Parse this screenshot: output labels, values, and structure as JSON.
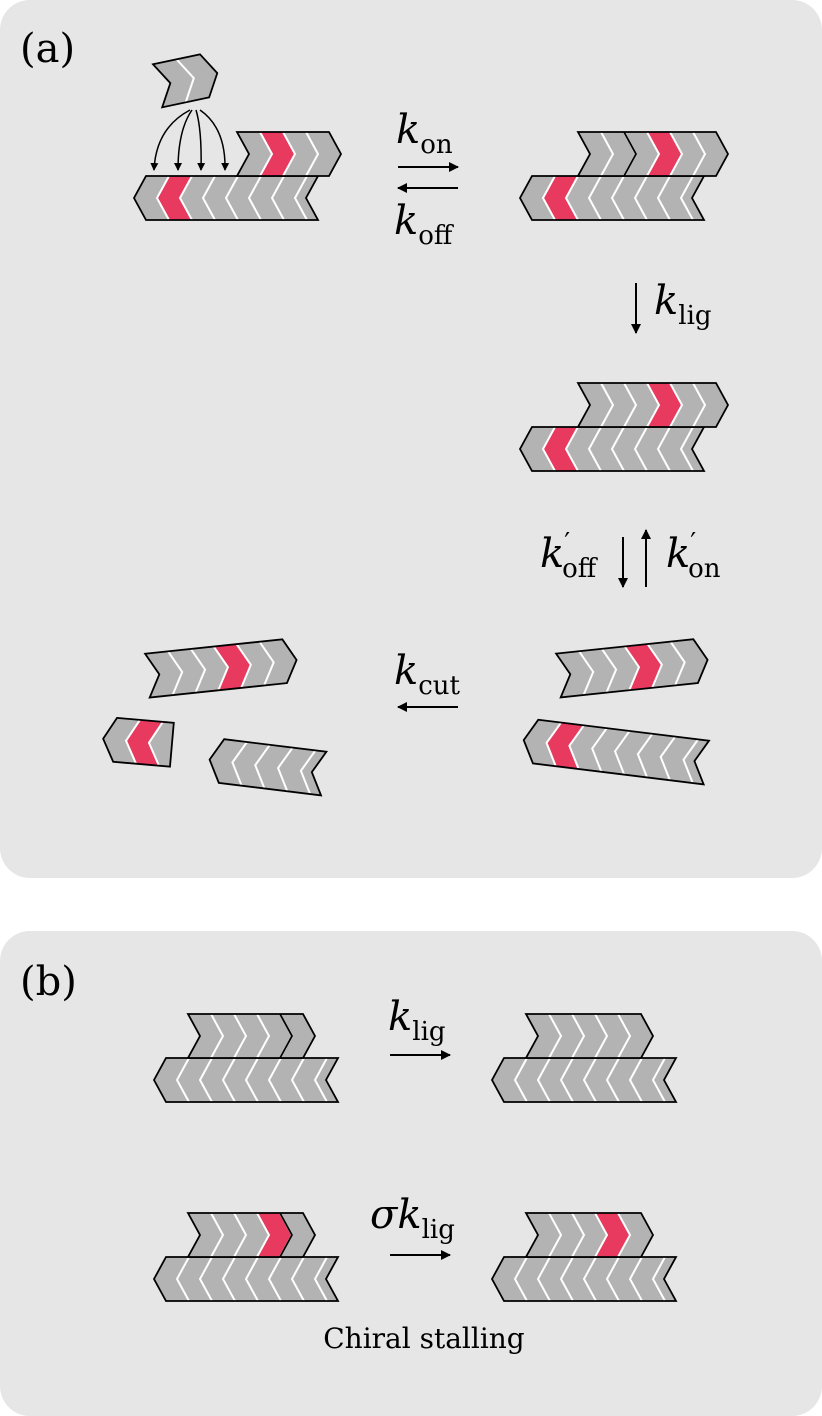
{
  "panels": {
    "a": {
      "label": "(a)",
      "rates": {
        "on": {
          "k": "k",
          "sub": "on"
        },
        "off": {
          "k": "k",
          "sub": "off"
        },
        "lig": {
          "k": "k",
          "sub": "lig"
        },
        "off_prime": {
          "k": "k",
          "prime": "′",
          "sub": "off"
        },
        "on_prime": {
          "k": "k",
          "prime": "′",
          "sub": "on"
        },
        "cut": {
          "k": "k",
          "sub": "cut"
        }
      }
    },
    "b": {
      "label": "(b)",
      "rates": {
        "lig": {
          "k": "k",
          "sub": "lig"
        },
        "sigma_lig": {
          "sigma": "σ",
          "k": "k",
          "sub": "lig"
        }
      },
      "caption": "Chiral stalling"
    }
  },
  "colors": {
    "panel_bg": "#e6e6e6",
    "monomer_gray": "#b3b3b3",
    "monomer_red": "#e8395e",
    "outline": "#000000",
    "internal_line": "#ffffff"
  }
}
